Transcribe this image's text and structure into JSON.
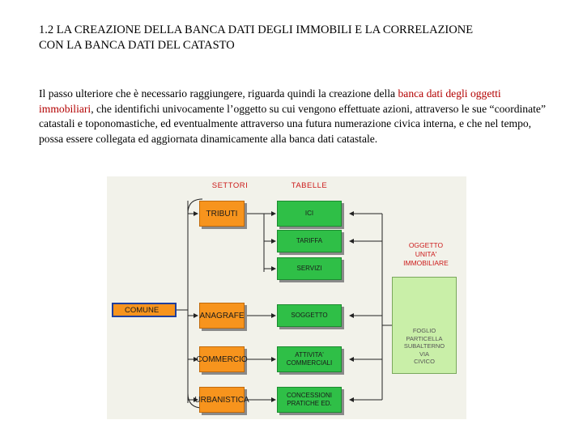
{
  "title": "1.2 LA CREAZIONE DELLA BANCA DATI DEGLI IMMOBILI E LA CORRELAZIONE\nCON LA BANCA DATI DEL CATASTO",
  "paragraph": {
    "before": "Il passo ulteriore che è necessario raggiungere, riguarda quindi la creazione della ",
    "highlight": "banca dati degli oggetti immobiliari",
    "after": ", che identifichi univocamente l’oggetto su cui vengono effettuate azioni, attraverso le sue “coordinate” catastali e toponomastiche, ed eventualmente attraverso una futura numerazione civica interna, e che nel tempo, possa essere collegata ed aggiornata dinamicamente alla banca dati catastale."
  },
  "diagram": {
    "header_settori": "SETTORI",
    "header_tabelle": "TABELLE",
    "comune": "COMUNE",
    "settori": {
      "tributi": "TRIBUTI",
      "anagrafe": "ANAGRAFE",
      "commercio": "COMMERCIO",
      "urbanistica": "URBANISTICA"
    },
    "tabelle": {
      "ici": "ICI",
      "tariffa": "TARIFFA",
      "servizi": "SERVIZI",
      "soggetto": "SOGGETTO",
      "attivita": "ATTIVITA'\nCOMMERCIALI",
      "concessioni": "CONCESSIONI\nPRATICHE ED."
    },
    "oggetto_title": "OGGETTO\nUNITA'\nIMMOBILIARE",
    "oggetto_text": "FOGLIO\nPARTICELLA\nSUBALTERNO\nVIA\nCIVICO",
    "colors": {
      "settore": "#f7941d",
      "tabella": "#2fbf47",
      "panel": "#c9efa8",
      "header": "#cc1a1a",
      "comune_border": "#1f3f9e"
    }
  }
}
